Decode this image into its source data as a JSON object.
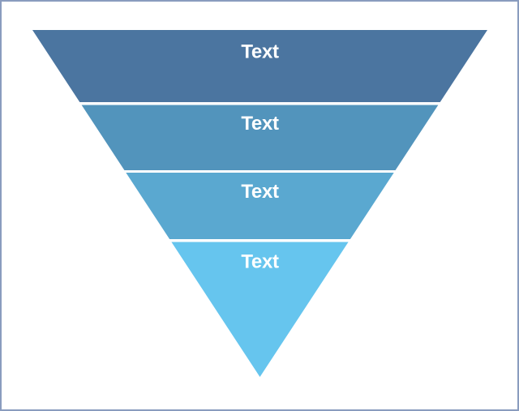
{
  "diagram": {
    "type": "inverted-pyramid-funnel",
    "background_color": "#ffffff",
    "border_color": "#8A9CBE",
    "label_text_color": "#ffffff",
    "divider_color": "#ffffff",
    "levels": [
      {
        "label": "Text",
        "color": "#4B75A0"
      },
      {
        "label": "Text",
        "color": "#5294BC"
      },
      {
        "label": "Text",
        "color": "#5AA8D0"
      },
      {
        "label": "Text",
        "color": "#66C5EE"
      }
    ]
  }
}
